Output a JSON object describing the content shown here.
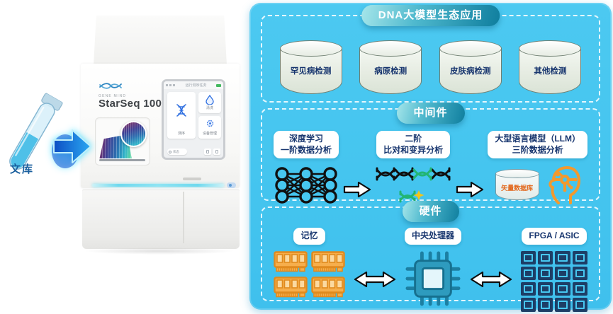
{
  "scene": {
    "sample_label": "文库"
  },
  "machine": {
    "brand": "GENE MIND",
    "model": "StarSeq 100",
    "screen": {
      "title": "运行测序任务",
      "card_sequencing": "测序",
      "card_wash": "清洗",
      "card_settings": "设备管理",
      "footer_status": "状态"
    }
  },
  "applications": {
    "title": "DNA大模型生态应用",
    "items": [
      "罕见病检测",
      "病原检测",
      "皮肤病检测",
      "其他检测"
    ]
  },
  "middleware": {
    "title": "中间件",
    "deep_learning": {
      "line1": "深度学习",
      "line2": "一阶数据分析"
    },
    "secondary": {
      "line1": "二阶",
      "line2": "比对和变异分析"
    },
    "llm": {
      "line1": "大型语言模型（LLM）",
      "line2": "三阶数据分析"
    },
    "vector_db": "矢量数据库"
  },
  "hardware": {
    "title": "硬件",
    "memory": "记忆",
    "cpu": "中央处理器",
    "fpga": "FPGA / ASIC"
  },
  "colors": {
    "panel_cyan": "#45C6EF",
    "pill_gradient_start": "#A6E6EA",
    "pill_gradient_end": "#0F7E9E",
    "label_text_navy": "#17356E",
    "memory_orange": "#EE9F2E",
    "fpga_navy": "#1D3E66",
    "cpu_teal": "#2E9BBE",
    "vector_db_text_orange": "#E2661A",
    "ai_head_orange": "#F2992E",
    "flow_arrow_blue": "#1E7BE0",
    "led_cyan": "#6FD9EE"
  },
  "icons": {
    "dna_logo": "brand wave/DNA logo",
    "test_tube": "sample tube with blue liquid",
    "flow_arrow": "glowing blue right arrow",
    "database_cylinder": "application database",
    "neural_network": "deep learning network",
    "arrow_right": "process flow arrow",
    "dna_sequence": "alignment DNA strands",
    "ai_head": "LLM head with circuit brain",
    "memory_module": "RAM stick",
    "double_arrow": "bidirectional bus arrow",
    "cpu_chip": "central processor chip",
    "fpga_grid": "FPGA/ASIC chip array"
  }
}
